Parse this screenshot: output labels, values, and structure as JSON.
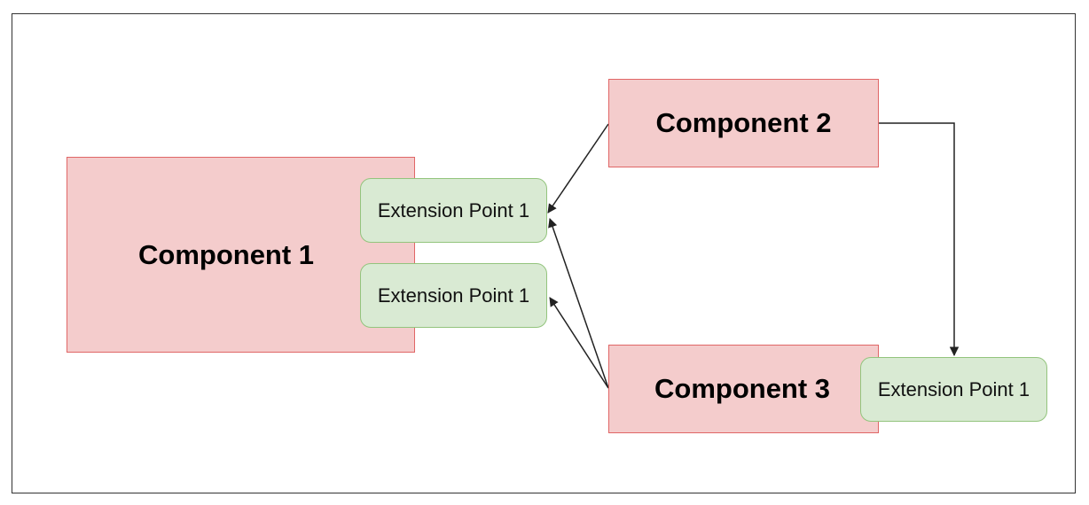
{
  "diagram": {
    "components": [
      {
        "id": "c1",
        "label": "Component 1"
      },
      {
        "id": "c2",
        "label": "Component 2"
      },
      {
        "id": "c3",
        "label": "Component 3"
      }
    ],
    "extension_points": [
      {
        "id": "e1",
        "label": "Extension Point 1",
        "attached_to": "Component 1"
      },
      {
        "id": "e2",
        "label": "Extension Point 1",
        "attached_to": "Component 1"
      },
      {
        "id": "e3",
        "label": "Extension Point 1",
        "attached_to": "Component 3"
      }
    ],
    "connections": [
      {
        "from": "Component 2",
        "to": "Extension Point 1 (Component 1, upper)"
      },
      {
        "from": "Component 3",
        "to": "Extension Point 1 (Component 1, upper)"
      },
      {
        "from": "Component 3",
        "to": "Extension Point 1 (Component 1, lower)"
      },
      {
        "from": "Component 2",
        "to": "Extension Point 1 (Component 3)"
      }
    ],
    "colors": {
      "component_fill": "#f4cccc",
      "component_border": "#e06666",
      "extension_fill": "#d9ead3",
      "extension_border": "#93c47d",
      "arrow": "#222222"
    }
  }
}
